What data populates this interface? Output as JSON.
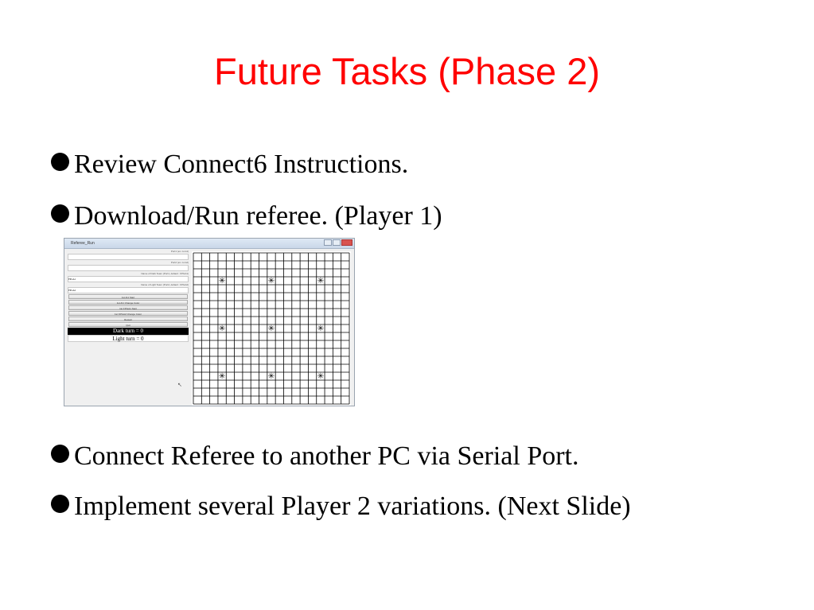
{
  "slide": {
    "title": "Future Tasks (Phase 2)",
    "bullets": [
      "Review Connect6 Instructions.",
      "Download/Run referee. (Player 1)",
      "Connect Referee to another PC via Serial Port.",
      "Implement several Player 2 variations. (Next Slide)"
    ]
  },
  "screenshot": {
    "window_title": "Referee_Run",
    "field_labels": [
      "Port1 (ex: com1)",
      "Port2 (ex: com2)",
      "Name of Dark Team (Port1, default : FPGA1)",
      "Name of Light Team (Port2, default : FPGA2)"
    ],
    "field_values": [
      "",
      "",
      "FPGA1",
      "FPGA2"
    ],
    "buttons": [
      "1st AI1 Start",
      "1st AI1 Change Color",
      "1st FPGA1 Start",
      "1st FPGA2 Change Color",
      "Restart",
      "Quit"
    ],
    "dark_turn": "Dark turn = 0",
    "light_turn": "Light turn = 0",
    "board": {
      "size": 19,
      "star_points": [
        [
          3,
          3
        ],
        [
          3,
          9
        ],
        [
          3,
          15
        ],
        [
          9,
          3
        ],
        [
          9,
          9
        ],
        [
          9,
          15
        ],
        [
          15,
          3
        ],
        [
          15,
          9
        ],
        [
          15,
          15
        ]
      ]
    }
  }
}
